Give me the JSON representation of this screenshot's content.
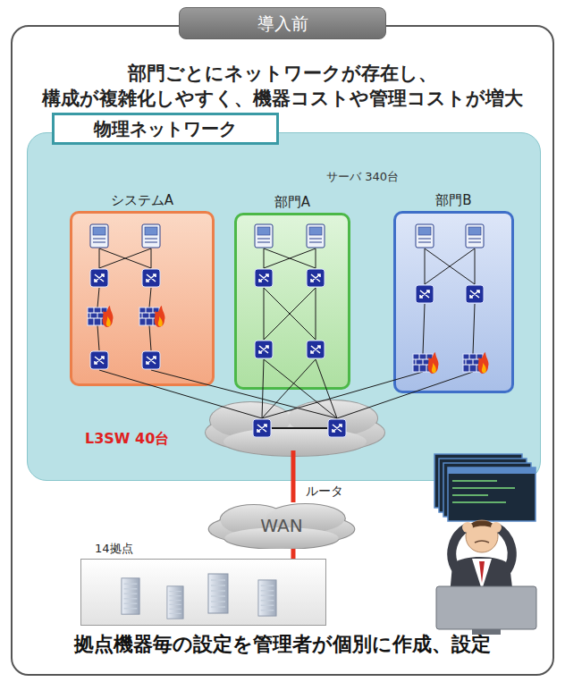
{
  "diagram": {
    "nodes": [
      {
        "text": [
          "導入前",
          "部門ごとにネットワークが存在し、 構成が複雑化しやすく、機器コストや管理コストが増大",
          "拠点機器毎の設定を管理者が個別に作成、設定"
        ]
      },
      {
        "text": [
          "物理ネットワーク"
        ],
        "in": 0
      },
      {
        "text": [
          "サーバ 340台",
          "L3SW 40台"
        ],
        "in": 0
      },
      {
        "text": [
          "システムA"
        ],
        "in": 2
      },
      {
        "text": [
          "部門A"
        ],
        "in": 2
      },
      {
        "text": [
          "部門B"
        ],
        "in": 2
      },
      {
        "text": [
          "WAN"
        ],
        "in": 0
      },
      {
        "text": [
          "14拠点"
        ],
        "in": 0
      }
    ],
    "edges": [
      {
        "from": 2,
        "to": 6,
        "arrow": "none",
        "label": "ルータ"
      },
      {
        "from": 6,
        "to": 7,
        "arrow": "none"
      }
    ]
  }
}
